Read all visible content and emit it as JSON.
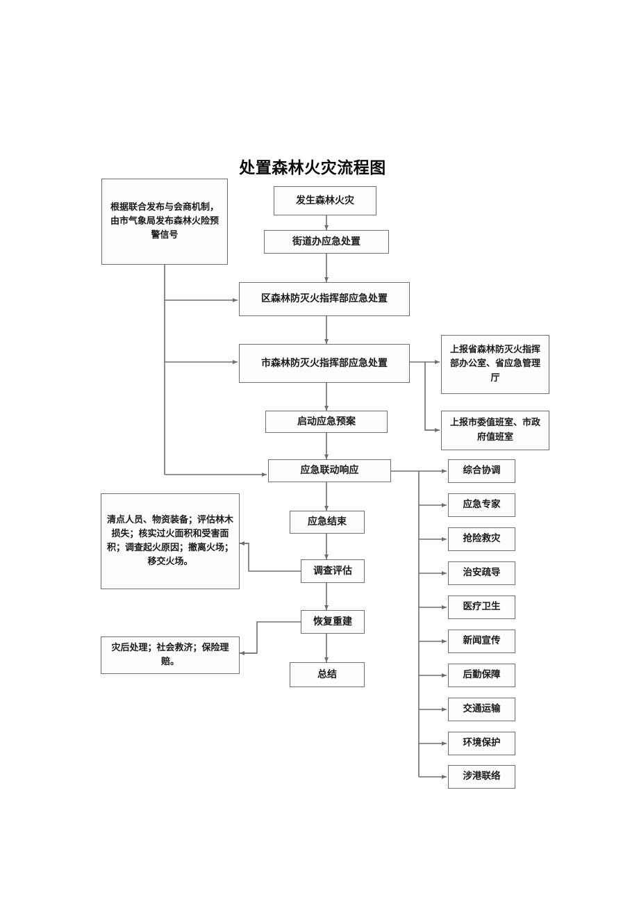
{
  "document": {
    "title": "处置森林火灾流程图",
    "page_background": "#ffffff",
    "line_color": "#6e6e6e",
    "text_color": "#1a1a1a"
  },
  "flowchart": {
    "type": "flowchart",
    "orientation": "top-to-bottom",
    "nodes": {
      "warning_signal": "根据联合发布与会商机制，由市气象局发布森林火险预警信号",
      "fire_occurs": "发生森林火灾",
      "street_office": "街道办应急处置",
      "district_hq": "区森林防灭火指挥部应急处置",
      "city_hq": "市森林防灭火指挥部应急处置",
      "report_province": "上报省森林防灭火指挥部办公室、省应急管理厅",
      "report_city": "上报市委值班室、市政府值班室",
      "activate_plan": "启动应急预案",
      "joint_response": "应急联动响应",
      "emergency_end": "应急结束",
      "investigation": "调查评估",
      "recovery": "恢复重建",
      "summary": "总结",
      "investigation_detail": "清点人员、物资装备；评估林木损失；核实过火面积和受害面积；调查起火原因；撤离火场；移交火场。",
      "recovery_detail": "灾后处理；社会救济；保险理赔。"
    },
    "support_groups": [
      "综合协调",
      "应急专家",
      "抢险救灾",
      "治安疏导",
      "医疗卫生",
      "新闻宣传",
      "后勤保障",
      "交通运输",
      "环境保护",
      "涉港联络"
    ]
  }
}
